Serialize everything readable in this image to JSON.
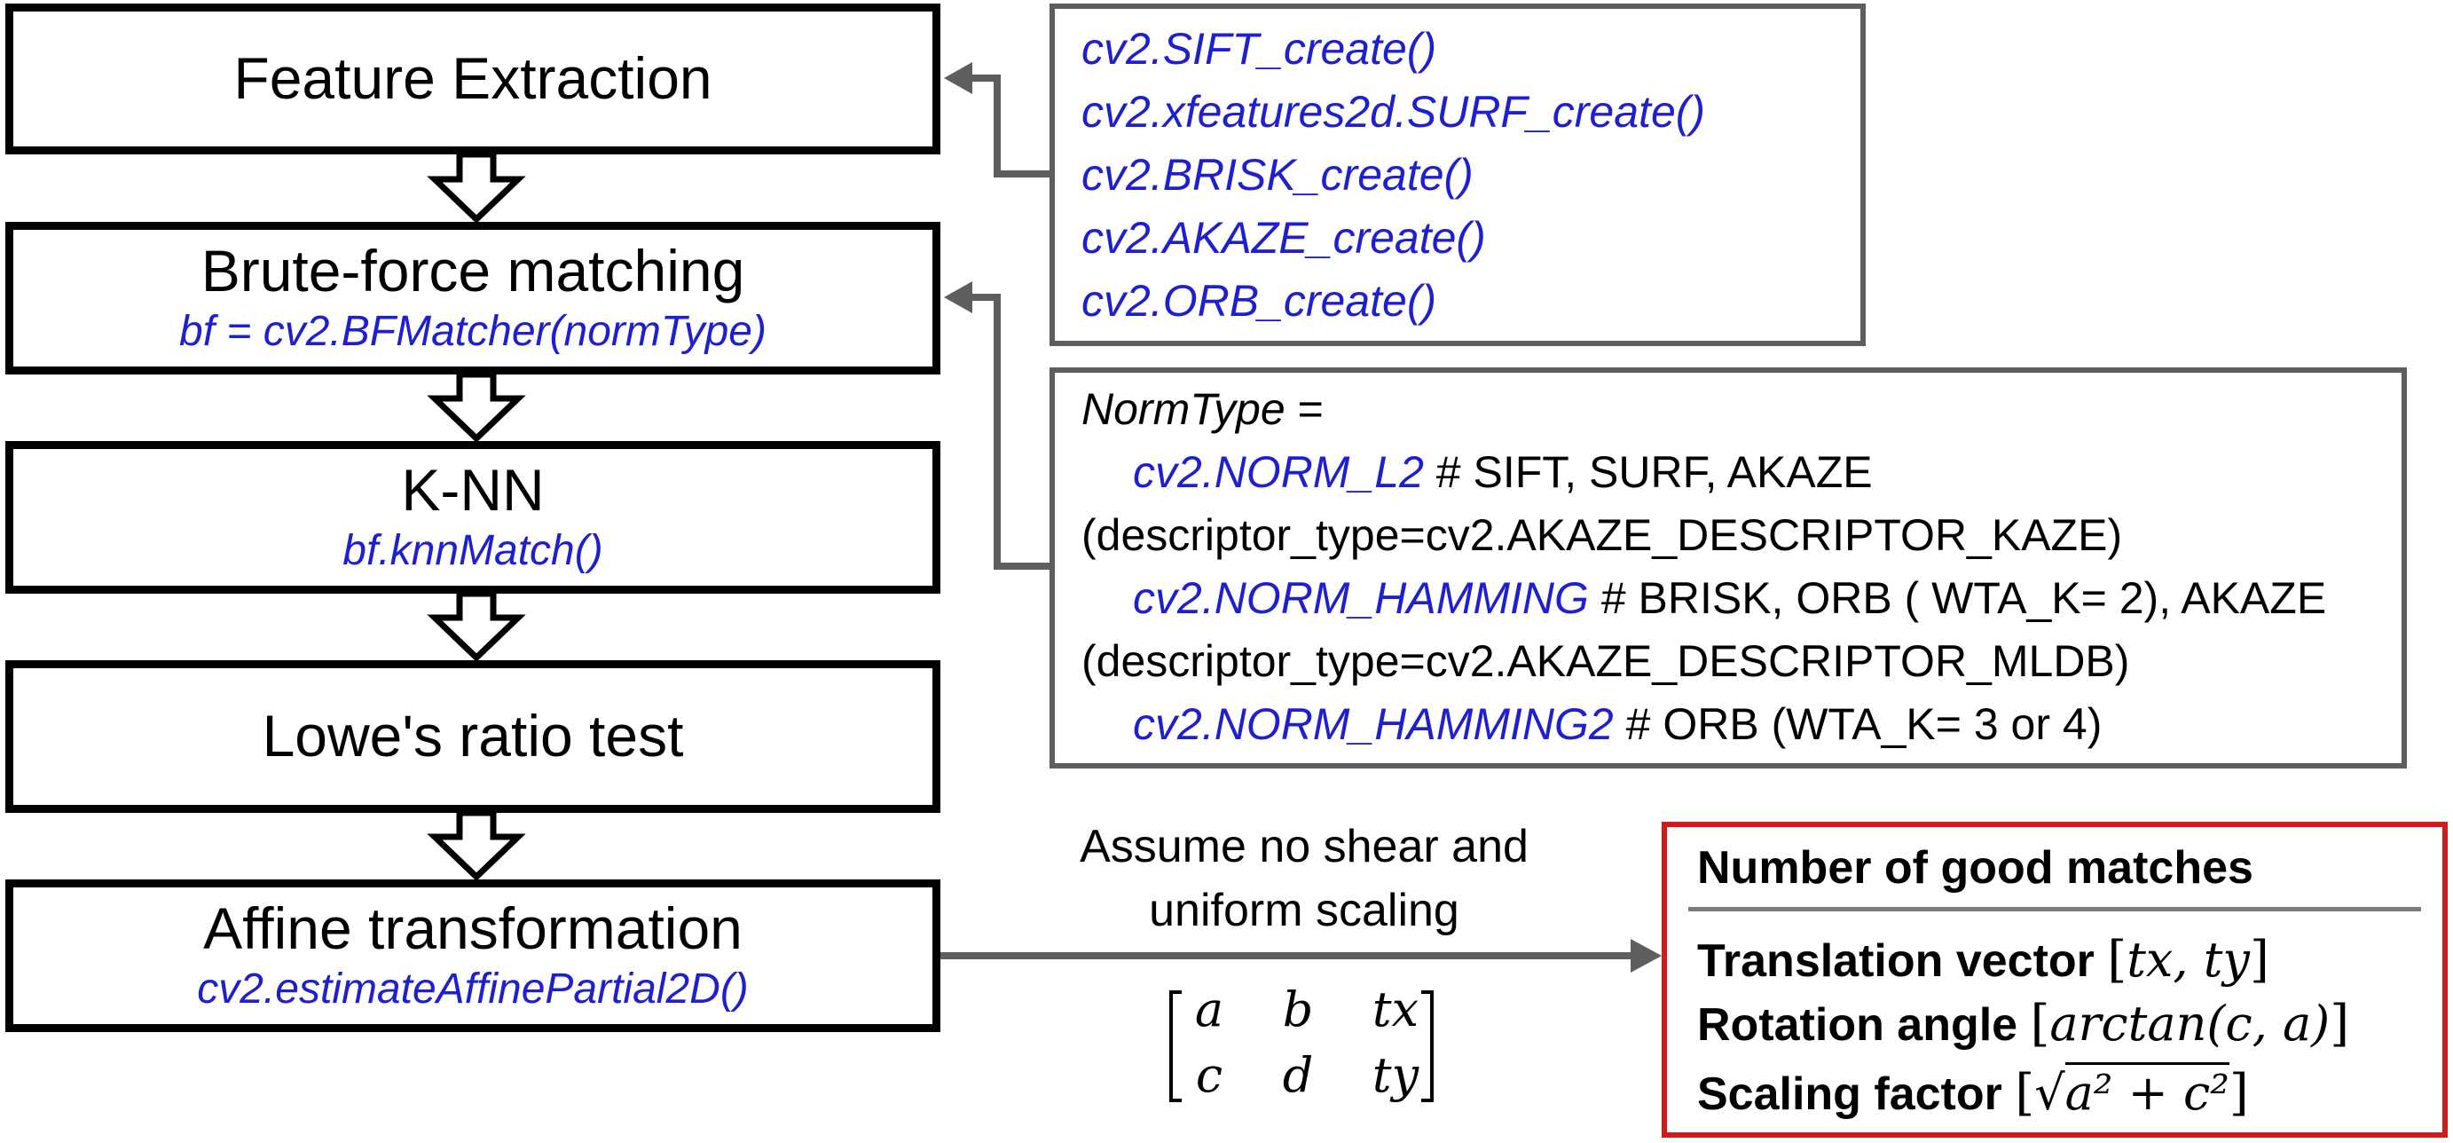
{
  "pipeline": [
    {
      "title": "Feature Extraction",
      "code": ""
    },
    {
      "title": "Brute-force matching",
      "code": "bf = cv2.BFMatcher(normType)"
    },
    {
      "title": "K-NN",
      "code": "bf.knnMatch()"
    },
    {
      "title": "Lowe's ratio test",
      "code": ""
    },
    {
      "title": "Affine transformation",
      "code": "cv2.estimateAffinePartial2D()"
    }
  ],
  "extractors": [
    "cv2.SIFT_create()",
    "cv2.xfeatures2d.SURF_create()",
    "cv2.BRISK_create()",
    "cv2.AKAZE_create()",
    "cv2.ORB_create()"
  ],
  "norm_types": {
    "label": "NormType",
    "equals": " =",
    "l2": "cv2.NORM_L2",
    "l2_comment": " # SIFT, SURF, AKAZE",
    "l2_cont": "(descriptor_type=cv2.AKAZE_DESCRIPTOR_KAZE)",
    "hamming": "cv2.NORM_HAMMING",
    "hamming_comment": " # BRISK, ORB ( WTA_K= 2), AKAZE",
    "hamming_cont": "(descriptor_type=cv2.AKAZE_DESCRIPTOR_MLDB)",
    "hamming2": "cv2.NORM_HAMMING2",
    "hamming2_comment": " # ORB (WTA_K= 3 or 4)"
  },
  "assumption": {
    "line1": "Assume no shear and",
    "line2": "uniform scaling"
  },
  "matrix": {
    "row1": [
      "a",
      "b",
      "tx"
    ],
    "row2": [
      "c",
      "d",
      "ty"
    ]
  },
  "results": {
    "title": "Number of good matches",
    "translation_label": "Translation vector",
    "translation_expr": "tx, ty",
    "rotation_label": "Rotation angle",
    "rotation_expr": "arctan(c, a)",
    "scaling_label": "Scaling factor",
    "scaling_expr": "a² + c²"
  },
  "colors": {
    "code_blue": "#1f1fd2",
    "connector_gray": "#5e5e5e",
    "result_red": "#d11a1a"
  }
}
